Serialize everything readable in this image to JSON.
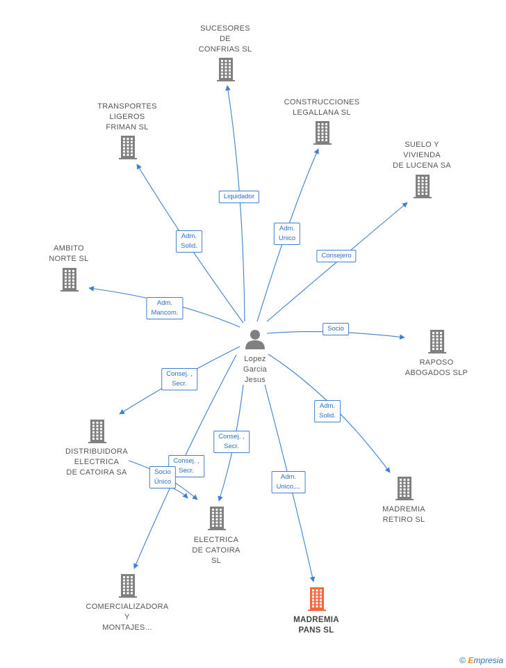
{
  "center": {
    "name_lines": [
      "Lopez",
      "Garcia",
      "Jesus"
    ]
  },
  "nodes": [
    {
      "id": "sucesores",
      "lines": [
        "SUCESORES",
        "DE",
        "CONFRIAS SL"
      ],
      "highlight": false
    },
    {
      "id": "transportes",
      "lines": [
        "TRANSPORTES",
        "LIGEROS",
        "FRIMAN SL"
      ],
      "highlight": false
    },
    {
      "id": "construcciones",
      "lines": [
        "CONSTRUCCIONES",
        "LEGALLANA SL"
      ],
      "highlight": false
    },
    {
      "id": "suelo",
      "lines": [
        "SUELO Y",
        "VIVIENDA",
        "DE LUCENA SA"
      ],
      "highlight": false
    },
    {
      "id": "ambito",
      "lines": [
        "AMBITO",
        "NORTE  SL"
      ],
      "highlight": false
    },
    {
      "id": "raposo",
      "lines": [
        "RAPOSO",
        "ABOGADOS  SLP"
      ],
      "highlight": false
    },
    {
      "id": "distribuidora",
      "lines": [
        "DISTRIBUIDORA",
        "ELECTRICA",
        "DE CATOIRA SA"
      ],
      "highlight": false
    },
    {
      "id": "madremia_retiro",
      "lines": [
        "MADREMIA",
        "RETIRO  SL"
      ],
      "highlight": false
    },
    {
      "id": "electrica",
      "lines": [
        "ELECTRICA",
        "DE CATOIRA",
        "SL"
      ],
      "highlight": false
    },
    {
      "id": "comercializadora",
      "lines": [
        "COMERCIALIZADORA",
        "Y",
        "MONTAJES..."
      ],
      "highlight": false
    },
    {
      "id": "madremia_pans",
      "lines": [
        "MADREMIA",
        "PANS  SL"
      ],
      "highlight": true
    }
  ],
  "edges": [
    {
      "to": "sucesores",
      "label_lines": [
        "Liquidador"
      ]
    },
    {
      "to": "transportes",
      "label_lines": [
        "Adm.",
        "Solid."
      ]
    },
    {
      "to": "construcciones",
      "label_lines": [
        "Adm.",
        "Unico"
      ]
    },
    {
      "to": "suelo",
      "label_lines": [
        "Consejero"
      ]
    },
    {
      "to": "ambito",
      "label_lines": [
        "Adm.",
        "Mancom."
      ]
    },
    {
      "to": "raposo",
      "label_lines": [
        "Socio"
      ]
    },
    {
      "to": "distribuidora",
      "label_lines": [
        "Consej. ,",
        "Secr."
      ]
    },
    {
      "to": "madremia_retiro",
      "label_lines": [
        "Adm.",
        "Solid."
      ]
    },
    {
      "to": "electrica",
      "label_lines": [
        "Consej. ,",
        "Secr."
      ]
    },
    {
      "to": "electrica_b",
      "label_lines": [
        "Consej. ,",
        "Secr."
      ]
    },
    {
      "to": "electrica_c",
      "label_lines": [
        "Socio",
        "Único"
      ]
    },
    {
      "to": "comercializadora",
      "label_lines": []
    },
    {
      "to": "madremia_pans",
      "label_lines": [
        "Adm.",
        "Unico,..."
      ]
    }
  ],
  "colors": {
    "edge": "#3d7fd1",
    "building": "#808080",
    "building_highlight": "#f26a3d",
    "person": "#808080"
  },
  "footer": {
    "copyright": "©",
    "brand_first": "E",
    "brand_rest": "mpresia"
  }
}
